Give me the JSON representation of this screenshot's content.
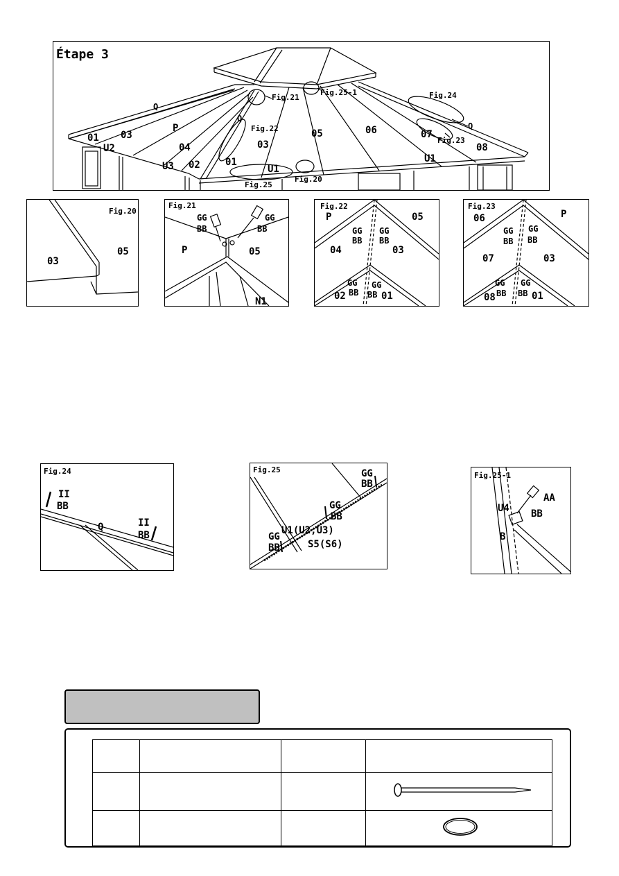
{
  "step_title": "Étape 3",
  "main": {
    "parts": {
      "q_left": "Q",
      "o1_left": "01",
      "o3_left": "03",
      "p": "P",
      "u2": "U2",
      "o4": "04",
      "u3": "U3",
      "o2": "02",
      "q_mid": "Q",
      "o1_mid": "01",
      "o3_mid": "03",
      "u1_mid": "U1",
      "o5": "05",
      "o6": "06",
      "o7": "07",
      "q_right": "Q",
      "o8": "08",
      "u1_right": "U1"
    },
    "figure_refs": {
      "f21": "Fig.21",
      "f25_1": "Fig.25-1",
      "f24": "Fig.24",
      "f22": "Fig.22",
      "f23": "Fig.23",
      "f25": "Fig.25",
      "f20": "Fig.20"
    }
  },
  "fig20": {
    "title": "Fig.20",
    "a": "03",
    "b": "05"
  },
  "fig21": {
    "title": "Fig.21",
    "gg_l": "GG",
    "bb_l": "BB",
    "gg_r": "GG",
    "bb_r": "BB",
    "p": "P",
    "o5": "05",
    "n1": "N1"
  },
  "fig22": {
    "title": "Fig.22",
    "p": "P",
    "o5": "05",
    "o4": "04",
    "o3": "03",
    "o2": "02",
    "o1": "01",
    "gg1": "GG",
    "bb1": "BB",
    "gg2": "GG",
    "bb2": "BB",
    "gg3": "GG",
    "bb3": "BB",
    "gg4": "GG",
    "bb4": "BB"
  },
  "fig23": {
    "title": "Fig.23",
    "o6": "06",
    "p": "P",
    "o7": "07",
    "o3": "03",
    "o8": "08",
    "o1": "01",
    "gg1": "GG",
    "bb1": "BB",
    "gg2": "GG",
    "bb2": "BB",
    "gg3": "GG",
    "bb3": "BB",
    "gg4": "GG",
    "bb4": "BB"
  },
  "fig24": {
    "title": "Fig.24",
    "ii_l": "II",
    "bb_l": "BB",
    "q": "Q",
    "ii_r": "II",
    "bb_r": "BB"
  },
  "fig25": {
    "title": "Fig.25",
    "gg1": "GG",
    "bb1": "BB",
    "gg2": "GG",
    "bb2": "BB",
    "gg3": "GG",
    "bb3": "BB",
    "u": "U1(U2,U3)",
    "s": "S5(S6)"
  },
  "fig25_1": {
    "title": "Fig.25-1",
    "u4": "U4",
    "b": "B",
    "aa": "AA",
    "bb": "BB"
  },
  "parts_table": {
    "rows": 3,
    "cols": 4,
    "items": [
      "stake",
      "ring"
    ]
  }
}
